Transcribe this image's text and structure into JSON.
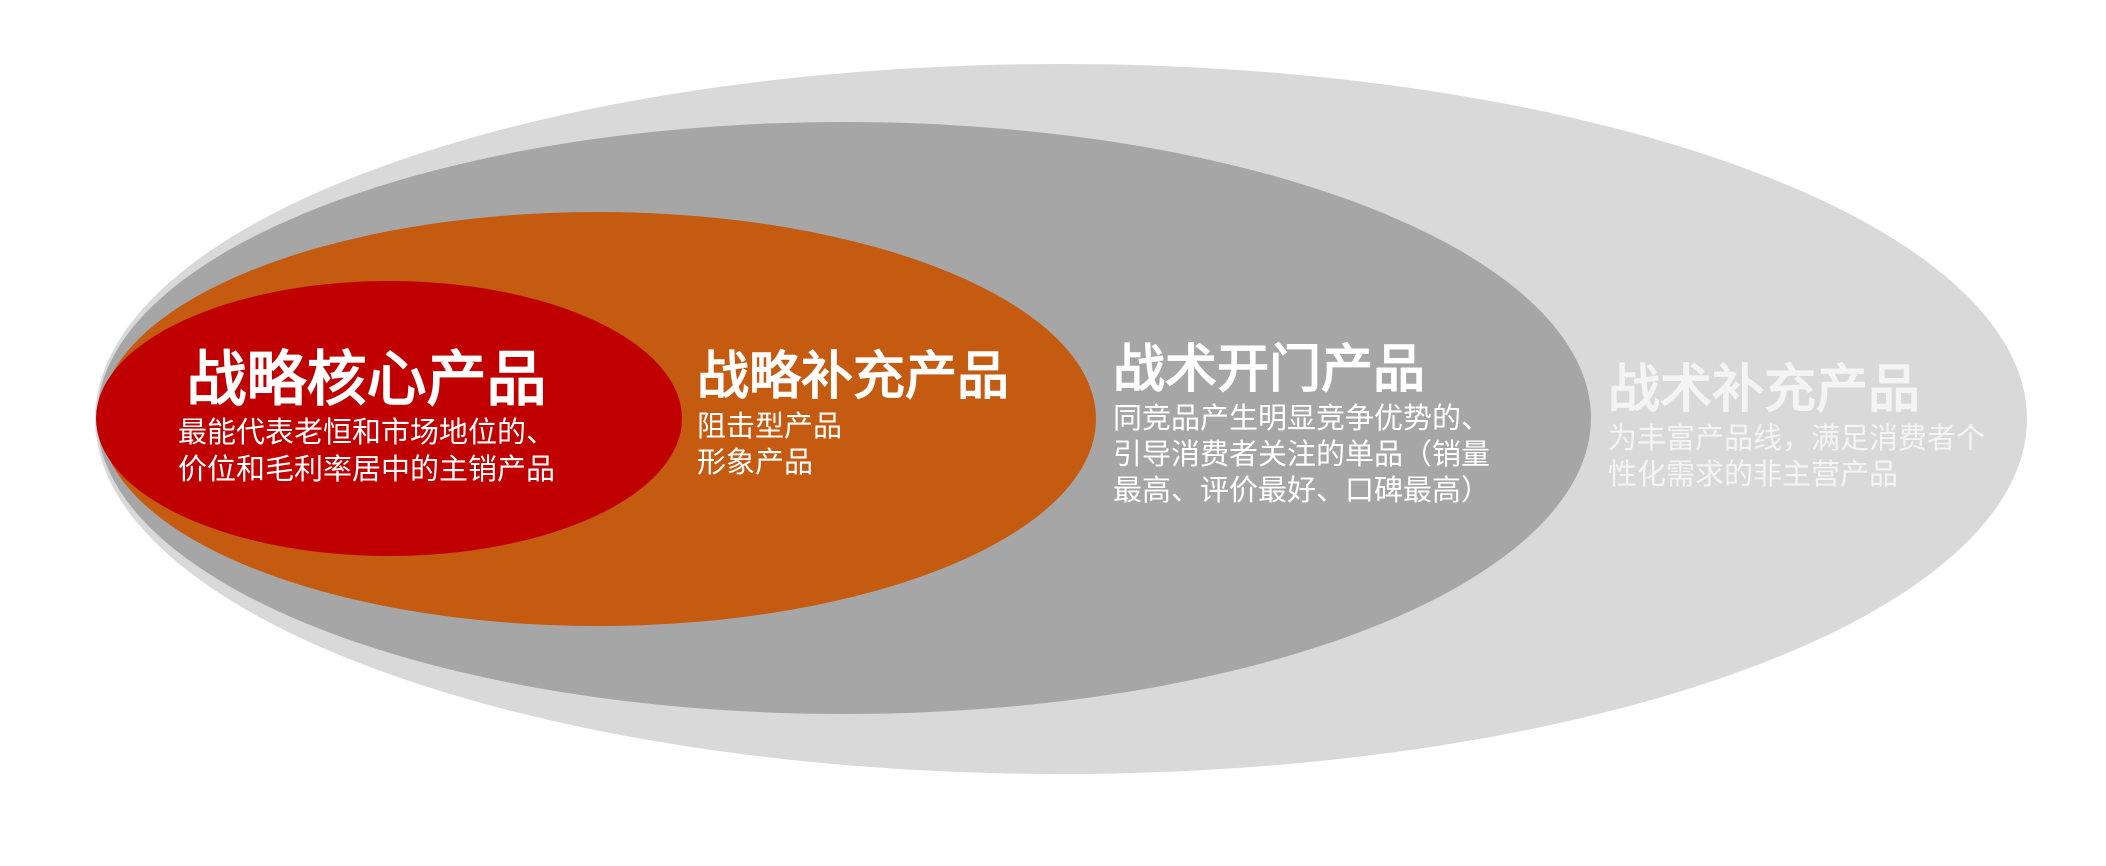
{
  "colors": {
    "background": "#ffffff",
    "outer_ellipse": "#d9d9d9",
    "mid_ellipse": "#a6a6a6",
    "orange_ellipse": "#c55a11",
    "red_ellipse": "#c00000",
    "text": "#ffffff"
  },
  "layers": [
    {
      "id": "core",
      "title": "战略核心产品",
      "lines": [
        "最能代表老恒和市场地位的、",
        "价位和毛利率居中的主销产品"
      ]
    },
    {
      "id": "strategic-supplementary",
      "title": "战略补充产品",
      "lines": [
        "阻击型产品",
        "形象产品"
      ]
    },
    {
      "id": "tactical-opener",
      "title": "战术开门产品",
      "lines": [
        "同竞品产生明显竞争优势的、",
        "引导消费者关注的单品（销量",
        "最高、评价最好、口碑最高）"
      ]
    },
    {
      "id": "tactical-supplementary",
      "title": "战术补充产品",
      "lines": [
        "为丰富产品线，满足消费者个",
        "性化需求的非主营产品"
      ]
    }
  ]
}
